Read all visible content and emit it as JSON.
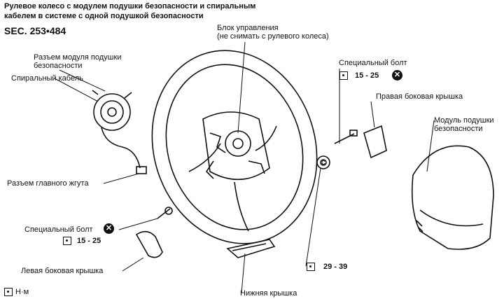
{
  "title_line1": "Рулевое колесо с модулем подушки безопасности и спиральным",
  "title_line2": "кабелем в системе с одной подушкой безопасности",
  "section_code": "SEC. 253•484",
  "labels": {
    "airbag_module_connector_1": "Разъем модуля подушки",
    "airbag_module_connector_2": "безопасности",
    "spiral_cable": "Спиральный кабель",
    "main_harness_connector": "Разъем главного жгута",
    "special_bolt_left": "Специальный болт",
    "torque_left": "15 - 25",
    "left_side_cover": "Левая боковая крышка",
    "control_unit_1": "Блок управления",
    "control_unit_2": "(не снимать с рулевого колеса)",
    "special_bolt_right": "Специальный болт",
    "torque_right": "15 - 25",
    "right_side_cover": "Правая боковая крышка",
    "airbag_module_1": "Модуль подушки",
    "airbag_module_2": "безопасности",
    "torque_nut": "29 - 39",
    "lower_cover": "Нижняя крышка",
    "legend_unit": "Н·м"
  },
  "icons": {
    "torque": "wrench-icon",
    "replace": "x-circle-icon",
    "nut_mark": "c-circle-icon"
  }
}
